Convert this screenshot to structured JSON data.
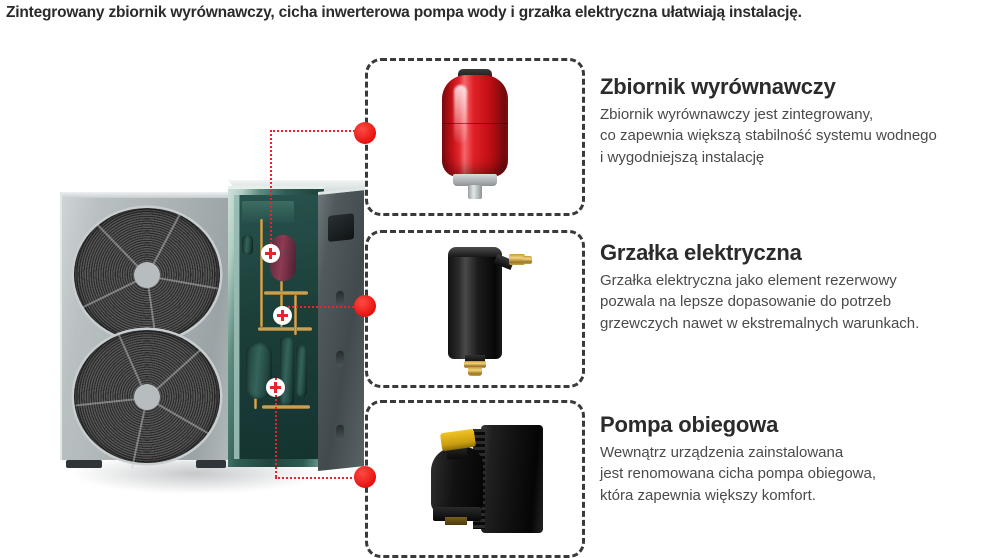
{
  "headline": "Zintegrowany zbiornik wyrównawczy, cicha inwerterowa pompa wody i grzałka elektryczna ułatwiają instalację.",
  "colors": {
    "accent_red": "#e8232a",
    "dot_red": "#e5120f",
    "dash_border": "#3a3a3a",
    "heading": "#2b2b2b",
    "body_text": "#4a4a4a",
    "tank_red": "#c21117",
    "heater_black": "#111111",
    "pump_yellow": "#f2c425"
  },
  "diagram": {
    "device_name": "air-source-heat-pump-cutaway",
    "fans": [
      "top-fan",
      "bottom-fan"
    ],
    "markers": [
      {
        "name": "marker-expansion-tank",
        "symbol": "+"
      },
      {
        "name": "marker-electric-heater",
        "symbol": "+"
      },
      {
        "name": "marker-circulation-pump",
        "symbol": "+"
      }
    ]
  },
  "features": [
    {
      "id": "expansion-tank",
      "title": "Zbiornik wyrównawczy",
      "image_name": "red-expansion-tank-photo",
      "lines": [
        "Zbiornik wyrównawczy jest zintegrowany,",
        "co zapewnia większą stabilność systemu wodnego",
        "i wygodniejszą instalację"
      ]
    },
    {
      "id": "electric-heater",
      "title": "Grzałka elektryczna",
      "image_name": "black-electric-heater-photo",
      "lines": [
        "Grzałka elektryczna jako element rezerwowy",
        "pozwala na lepsze dopasowanie do potrzeb",
        "grzewczych nawet w ekstremalnych warunkach."
      ]
    },
    {
      "id": "circulation-pump",
      "title": "Pompa obiegowa",
      "image_name": "black-circulation-pump-photo",
      "lines": [
        "Wewnątrz urządzenia zainstalowana",
        "jest renomowana cicha pompa obiegowa,",
        "która zapewnia większy komfort."
      ]
    }
  ]
}
